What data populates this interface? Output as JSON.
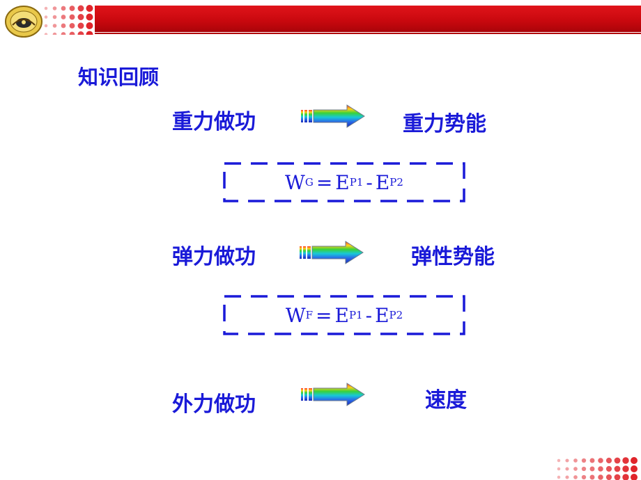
{
  "header": {
    "accent_color": "#d0101a"
  },
  "section_title": "知识回顾",
  "rows": [
    {
      "left": "重力做功",
      "right": "重力势能"
    },
    {
      "left": "弹力做功",
      "right": "弹性势能"
    },
    {
      "left": "外力做功",
      "right": "速度"
    }
  ],
  "formulas": [
    {
      "w": "W",
      "w_sub": "G",
      "eq": "=",
      "e1": "E",
      "e1_sub": "P1",
      "minus": "-",
      "e2": "E",
      "e2_sub": "P2"
    },
    {
      "w": "W",
      "w_sub": "F",
      "eq": "=",
      "e1": "E",
      "e1_sub": "P1",
      "minus": "-",
      "e2": "E",
      "e2_sub": "P2"
    }
  ],
  "colors": {
    "text": "#1a1ad8",
    "header": "#d0101a"
  }
}
